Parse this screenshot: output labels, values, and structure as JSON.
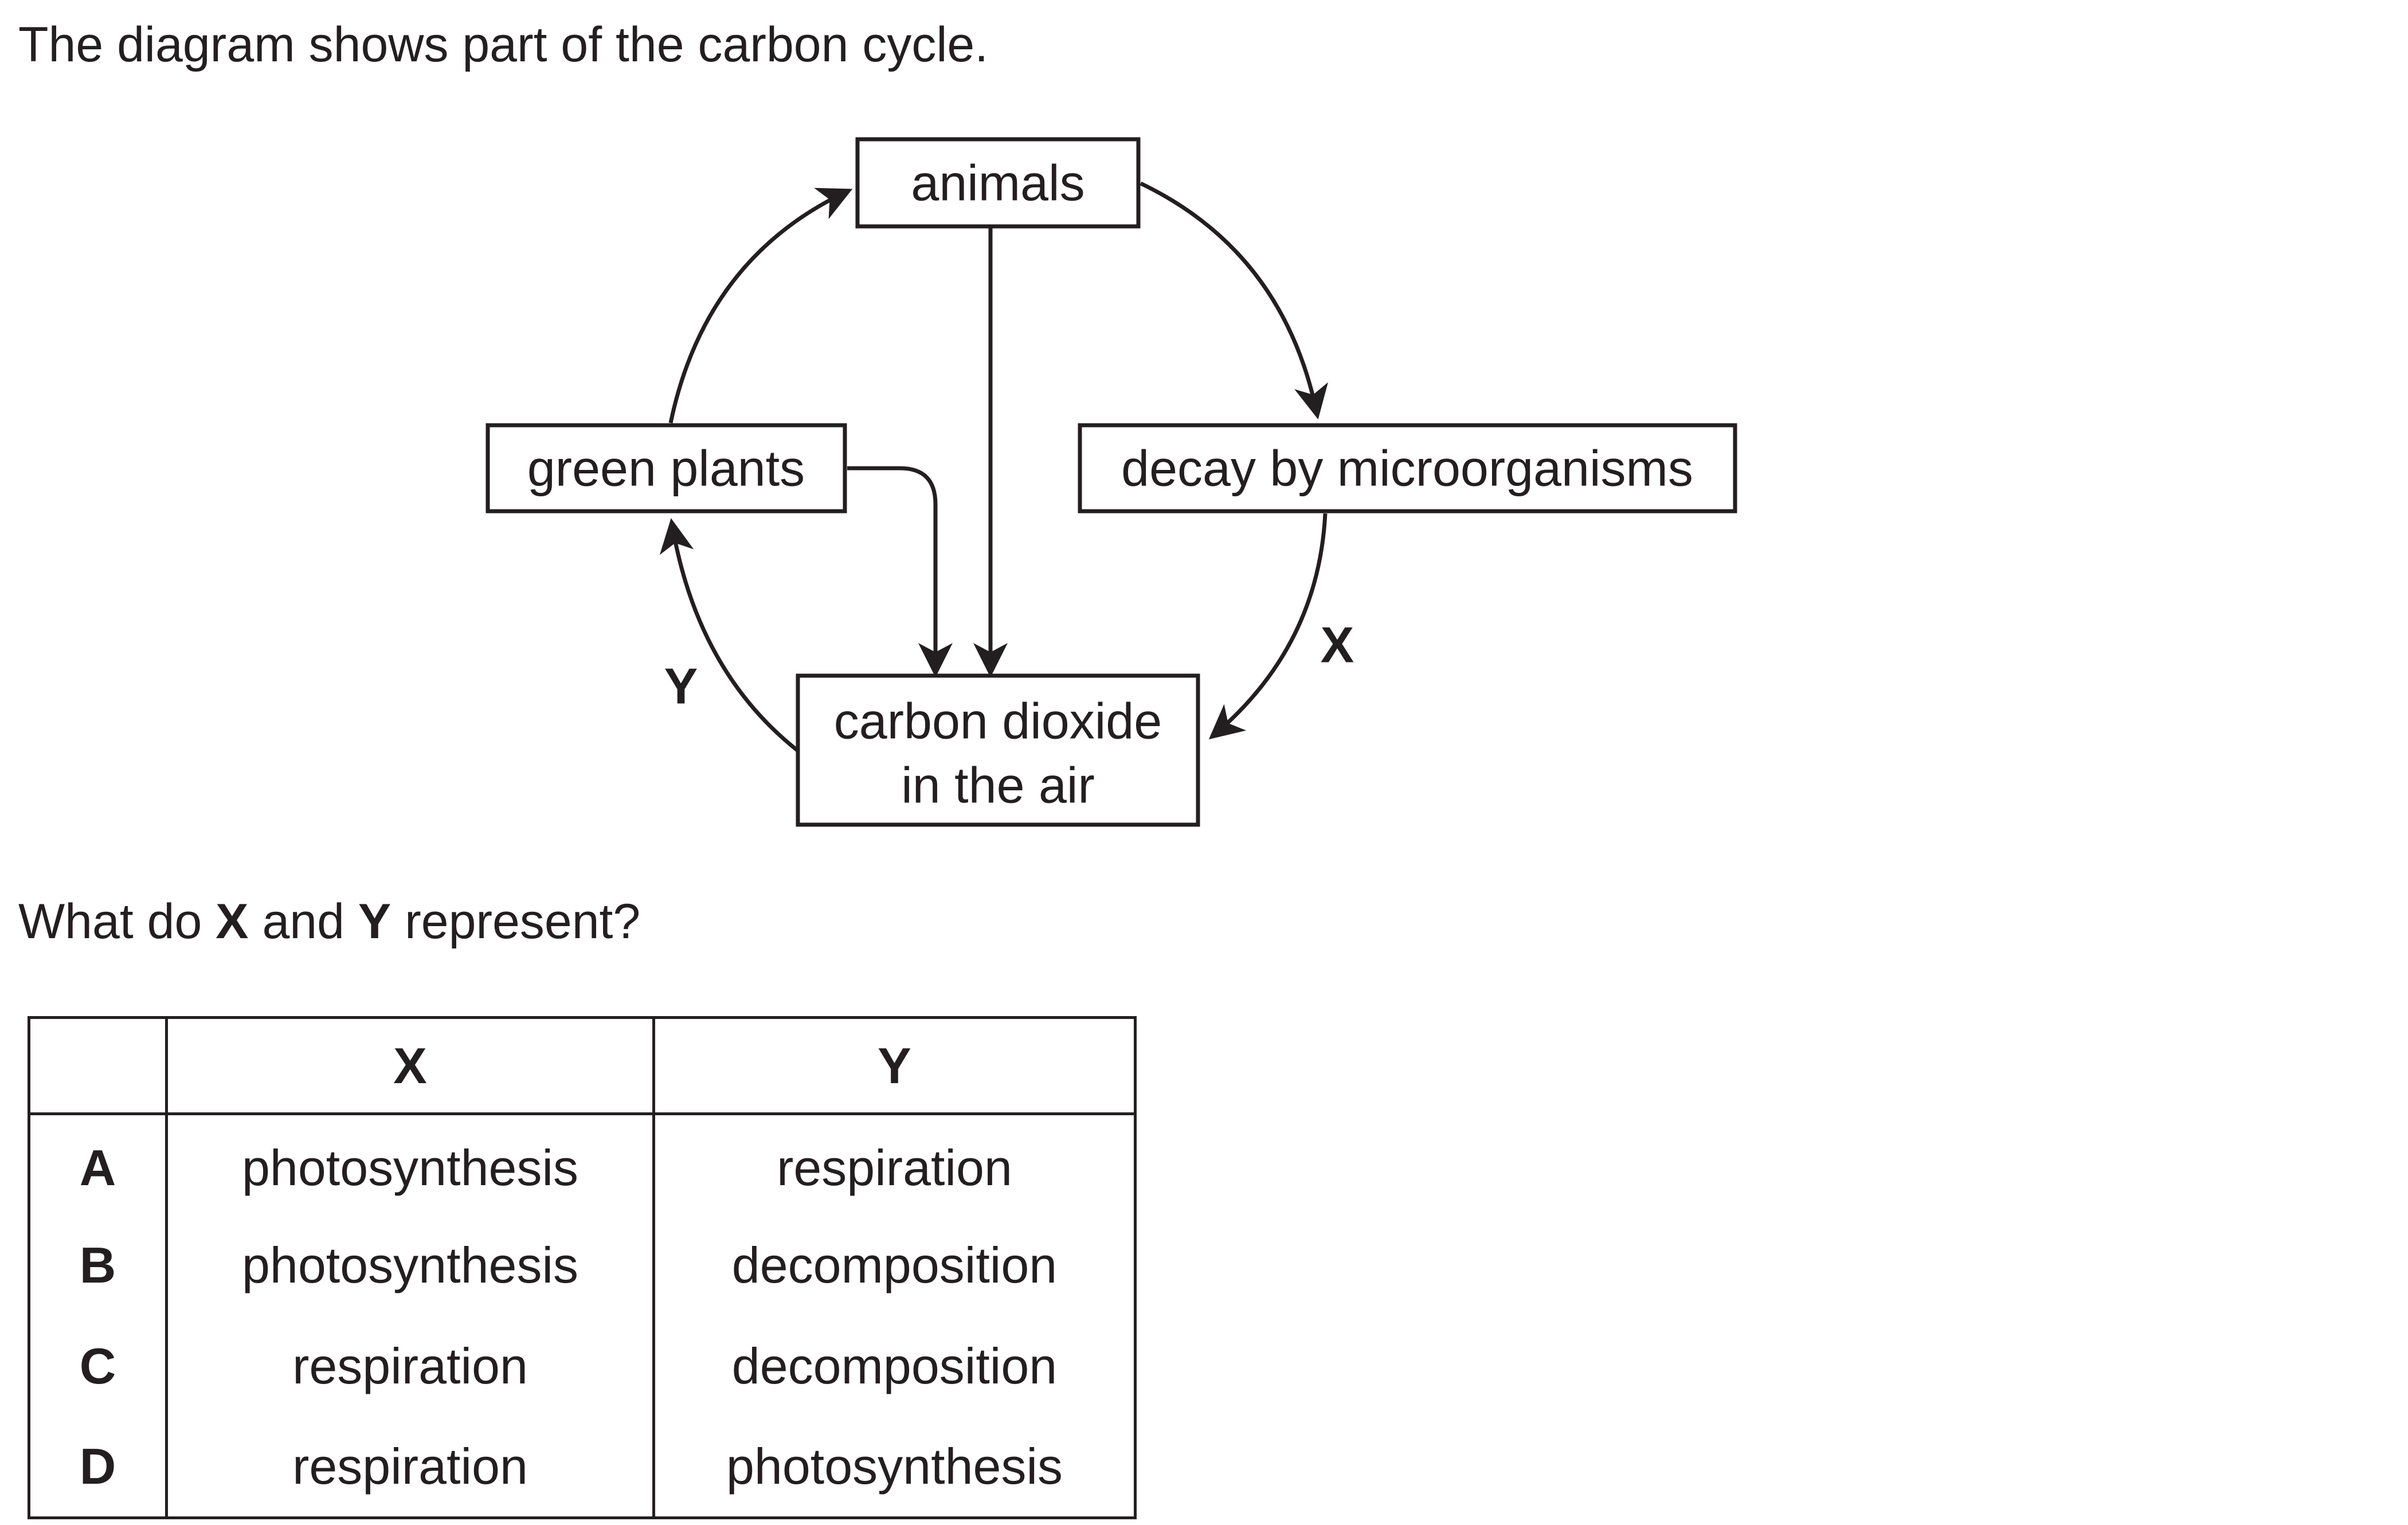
{
  "intro_text": "The diagram shows part of the carbon cycle.",
  "diagram": {
    "nodes": {
      "animals": "animals",
      "green_plants": "green plants",
      "decay": "decay by microorganisms",
      "co2_line1": "carbon dioxide",
      "co2_line2": "in the air"
    },
    "labels": {
      "x": "X",
      "y": "Y"
    }
  },
  "question": {
    "prefix": "What do ",
    "var_x": "X",
    "middle": " and ",
    "var_y": "Y",
    "suffix": " represent?"
  },
  "table": {
    "headers": [
      "",
      "X",
      "Y"
    ],
    "rows": [
      {
        "letter": "A",
        "x": "photosynthesis",
        "y": "respiration"
      },
      {
        "letter": "B",
        "x": "photosynthesis",
        "y": "decomposition"
      },
      {
        "letter": "C",
        "x": "respiration",
        "y": "decomposition"
      },
      {
        "letter": "D",
        "x": "respiration",
        "y": "photosynthesis"
      }
    ]
  }
}
